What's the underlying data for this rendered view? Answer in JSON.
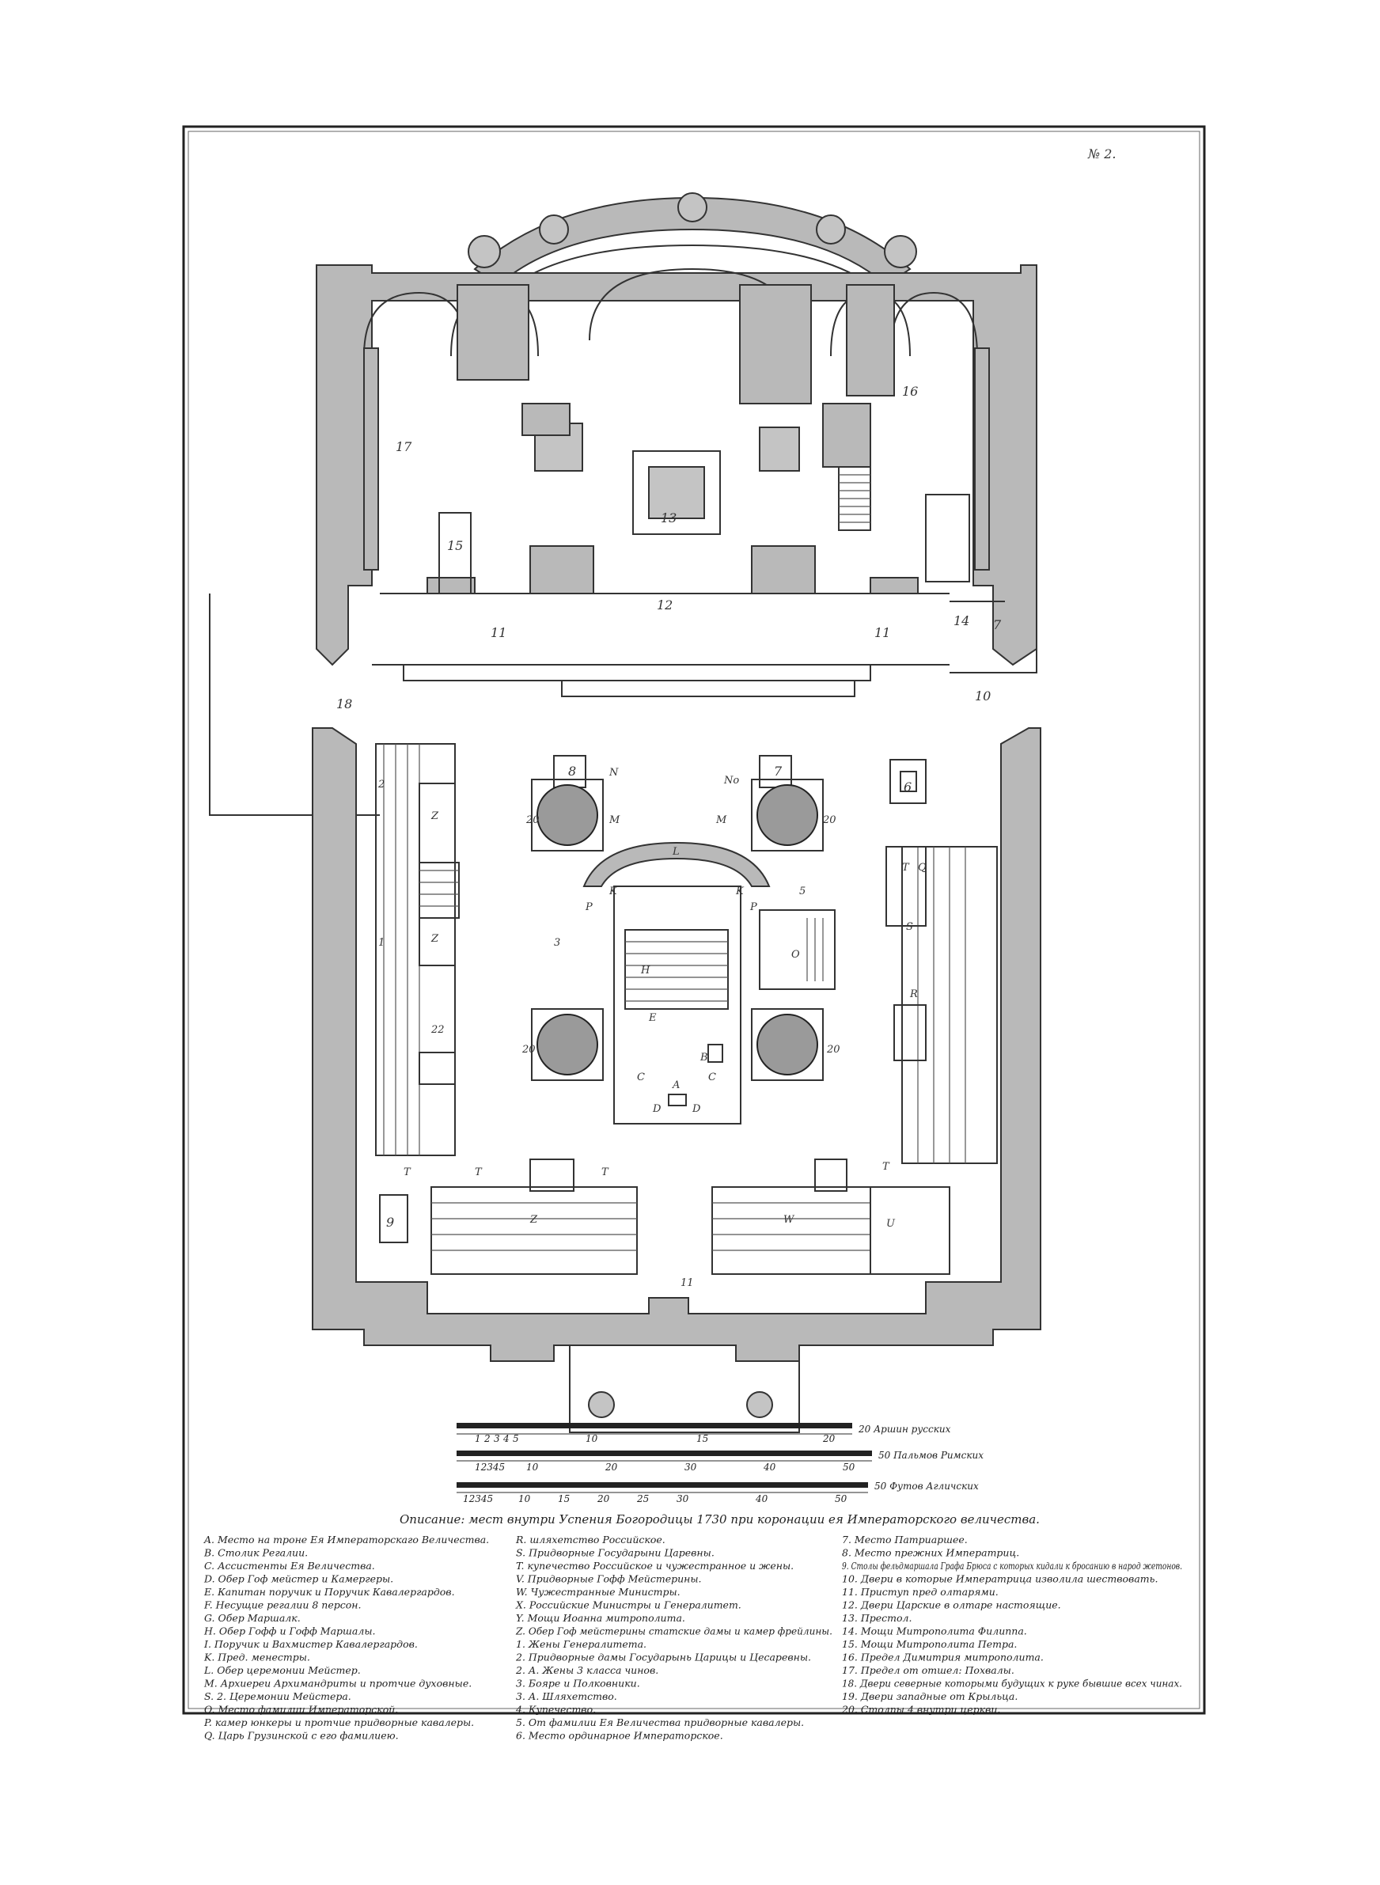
{
  "plate_number": "№ 2.",
  "caption": "Описание: мест внутри Успения Богородицы 1730 при коронации ея Императорского величества.",
  "scales": [
    {
      "ticks": [
        "1",
        "2",
        "3",
        "4",
        "5",
        "",
        "10",
        "",
        "15",
        "",
        "20"
      ],
      "label": "20 Аршин русских"
    },
    {
      "ticks": [
        "12345",
        "10",
        "",
        "20",
        "",
        "30",
        "",
        "40",
        "",
        "50"
      ],
      "label": "50 Пальмов Римских"
    },
    {
      "ticks": [
        "12345",
        "10",
        "15",
        "20",
        "25",
        "30",
        "",
        "40",
        "",
        "50"
      ],
      "label": "50 Футов Агличских"
    }
  ],
  "plan_labels": {
    "upper": [
      "17",
      "15",
      "13",
      "16",
      "12",
      "11",
      "11",
      "14",
      "7",
      "10",
      "18"
    ],
    "lower": [
      "8",
      "N",
      "7",
      "No",
      "M",
      "M",
      "20",
      "20",
      "L",
      "K",
      "K",
      "5",
      "P",
      "P",
      "3",
      "H",
      "E",
      "O",
      "1",
      "2",
      "Z",
      "Z",
      "22",
      "20",
      "20",
      "C",
      "C",
      "B",
      "A",
      "D",
      "D",
      "S",
      "R",
      "T",
      "Q",
      "6",
      "T",
      "T",
      "T",
      "T",
      "9",
      "Z",
      "W",
      "U",
      "11"
    ]
  },
  "legend": {
    "col1": [
      "A. Место на троне Ея Императорскаго Величества.",
      "B. Столик Регалии.",
      "C. Ассистенты Ея Величества.",
      "D. Обер Гоф мейстер и Камергеры.",
      "E. Капитан поручик и Поручик Кавалергардов.",
      "F. Несущие регалии 8 персон.",
      "G. Обер Маршалк.",
      "H. Обер Гофф и Гофф Маршалы.",
      "I. Поручик и Вахмистер Кавалергардов.",
      "K. Пред. менестры.",
      "L. Обер церемонии Мейстер.",
      "M. Архиереи Архимандриты и протчие духовные.",
      "S. 2. Церемонии Мейстера.",
      "O. Место фамилии Императорской.",
      "P. камер юнкеры и протчие придворные кавалеры.",
      "Q. Царь Грузинской с его фамилиею."
    ],
    "col2": [
      "R. шляхетство Российское.",
      "S. Придворные Государыни Царевны.",
      "T. купечество Российское и чужестранное и жены.",
      "V. Придворные Гофф Мейстерины.",
      "W. Чужестранные Министры.",
      "X. Российские Министры и Генералитет.",
      "Y. Мощи Иоанна митрополита.",
      "Z. Обер Гоф мейстерины статские дамы и камер фрейлины.",
      "1. Жены Генералитета.",
      "2. Придворные дамы Государынь Царицы и Цесаревны.",
      "2. А. Жены 3 класса чинов.",
      "3. Бояре и Полковники.",
      "3. А. Шляхетство.",
      "4. Купечество.",
      "5. От фамилии Ея Величества придворные кавалеры.",
      "6. Место ординарное Императорское."
    ],
    "col3": [
      "7. Место Патриаршее.",
      "8. Место прежних Императриц.",
      "9. Столы фельдмаршала Графа Брюса с которых кидали к бросанию в народ жетонов.",
      "10. Двери в которые Императрица изволила шествовать.",
      "11. Приступ пред олтарями.",
      "12. Двери Царские в олтаре настоящие.",
      "13. Престол.",
      "14. Мощи Митрополита Филиппа.",
      "15. Мощи Митрополита Петра.",
      "16. Предел Димитрия митрополита.",
      "17. Предел от отшел: Похвалы.",
      "18. Двери северные которыми будущих к руке бывшие всех чинах.",
      "19. Двери западные от Крыльца.",
      "20. Столпы 4 внутри церкви."
    ]
  }
}
